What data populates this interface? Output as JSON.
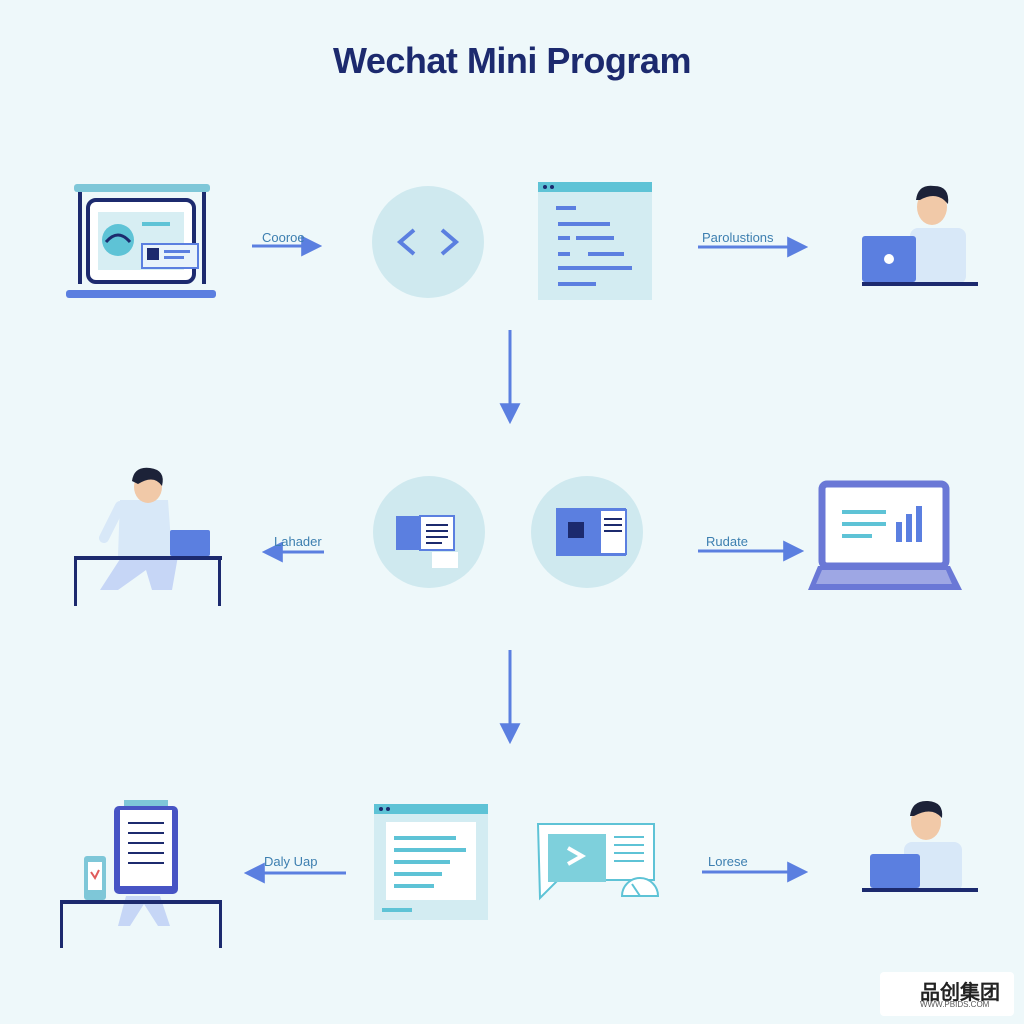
{
  "title": "Wechat Mini Program",
  "labels": {
    "row1_left": "Coorоe",
    "row1_right": "Parolustions",
    "row2_left": "Lahader",
    "row2_right": "Rudate",
    "row3_left": "Daly Uap",
    "row3_right": "Lorese"
  },
  "watermark": {
    "text": "品创集团",
    "url": "WWW.PBIDS.COM"
  },
  "colors": {
    "background": "#eef8fa",
    "navy": "#1c2a6e",
    "accent_blue": "#5b7fe0",
    "light_cyan": "#cfe9ef",
    "teal": "#5ec3d6"
  },
  "icons": [
    "laptop-code-icon",
    "code-brackets-icon",
    "document-window-icon",
    "developer-person-icon",
    "developer-at-desk-icon",
    "file-transfer-icon",
    "component-icon",
    "analytics-laptop-icon",
    "tablet-document-icon",
    "text-window-icon",
    "terminal-chat-icon",
    "user-laptop-icon"
  ]
}
